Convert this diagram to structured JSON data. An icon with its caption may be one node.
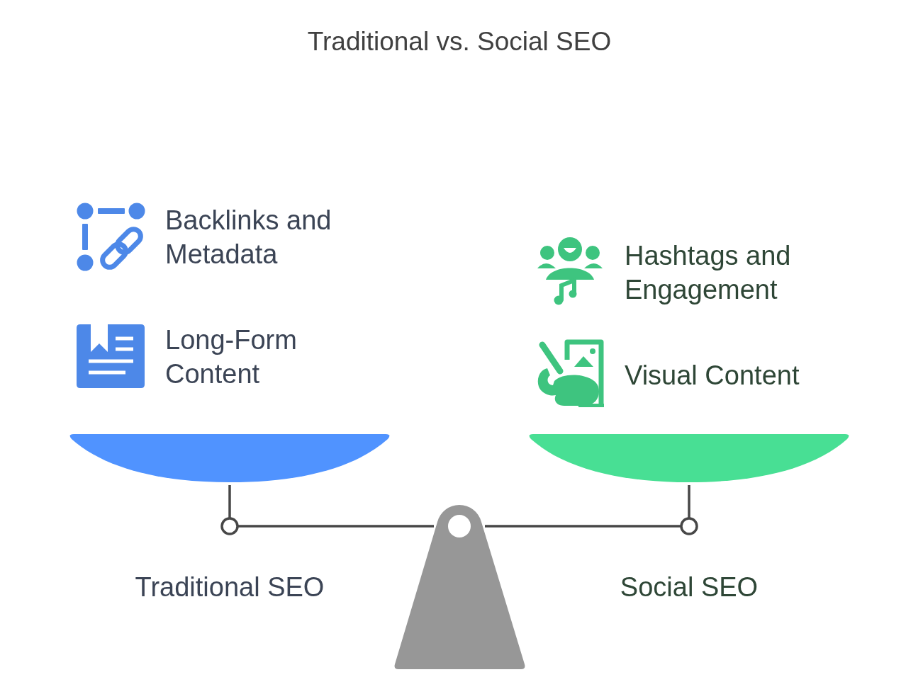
{
  "diagram": {
    "title": "Traditional vs. Social SEO",
    "labels": [
      "Backlinks and Metadata",
      "Hashtags and Engagement",
      "Long-Form Content",
      "Visual Content",
      "Traditional SEO",
      "Social SEO"
    ]
  }
}
